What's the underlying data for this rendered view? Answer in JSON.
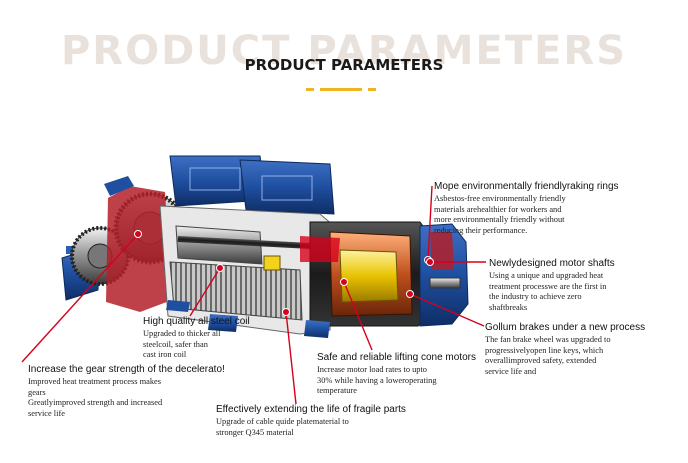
{
  "header": {
    "background_title": "PRODUCT PARAMETERS",
    "title": "PRODUCT PARAMETERS"
  },
  "colors": {
    "accent_yellow": "#f0b323",
    "housing_blue": "#1f4fa0",
    "callout_red": "#d6001c"
  },
  "annotations": [
    {
      "heading": "Mope environmentally friendlyraking rings",
      "lines": [
        "Asbestos-free environmentally friendly",
        "materials arehealthier for workers and",
        "more environmentally friendly without",
        "reducing their performance."
      ]
    },
    {
      "heading": "Newlydesigned motor shafts",
      "lines": [
        "Using a unique and upgraded heat",
        "treatment processwe are the first in",
        "the industry to achieve zero",
        "shaftbreaks"
      ]
    },
    {
      "heading": "Gollum brakes under a new process",
      "lines": [
        "The fan brake wheel was upgraded to",
        "progressivelyopen line keys, which",
        "overallimproved safety, extended",
        "service life and"
      ]
    },
    {
      "heading": "High quality all steel coil",
      "lines": [
        "Upgraded to thicker all",
        "steelcoil, safer than",
        "cast iron coil"
      ]
    },
    {
      "heading": "Safe and reliable lifting cone motors",
      "lines": [
        "Increase motor load rates to upto",
        "30% while having a loweroperating",
        "temperature"
      ]
    },
    {
      "heading": "Increase the gear strength of the decelerato!",
      "lines": [
        "Improved heat treatment process makes",
        "gears",
        "Greatlyimproved strength and increased",
        "service life"
      ]
    },
    {
      "heading": "Effectively extending the life of fragile parts",
      "lines": [
        "Upgrade of cable quide platematerial to",
        "stronger Q345 material"
      ]
    }
  ]
}
